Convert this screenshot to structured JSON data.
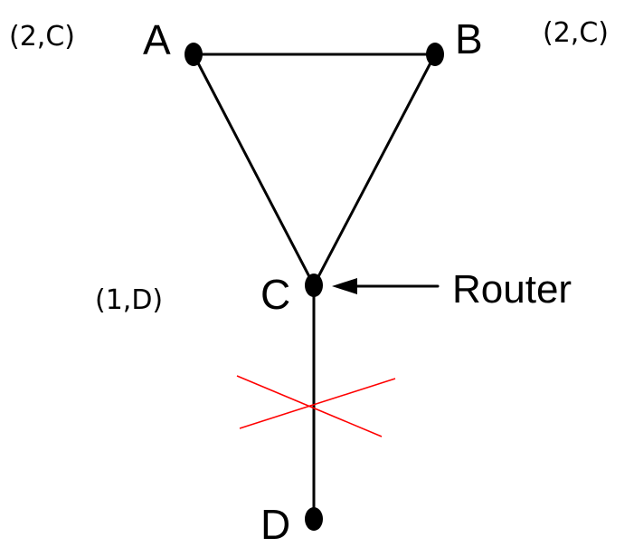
{
  "nodes": {
    "a": {
      "name": "A",
      "table_entry": "(2,C)"
    },
    "b": {
      "name": "B",
      "table_entry": "(2,C)"
    },
    "c": {
      "name": "C",
      "table_entry": "(1,D)"
    },
    "d": {
      "name": "D"
    }
  },
  "router_label": "Router",
  "colors": {
    "line": "#000000",
    "broken_link_mark": "#ff0000"
  }
}
